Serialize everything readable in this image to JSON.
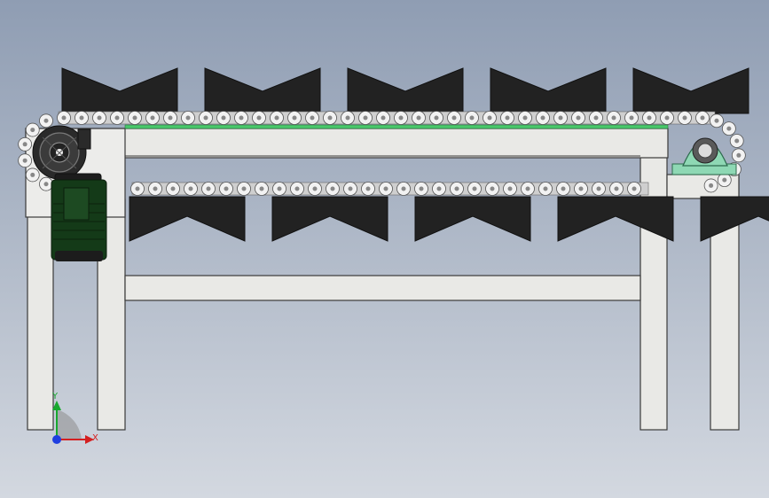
{
  "viewport": {
    "background_top": "#8f9db3",
    "background_bottom": "#d3d8e0"
  },
  "model": {
    "top_flights": 5,
    "bottom_flights": 5,
    "frame_color": "#e9e9e6",
    "frame_edge": "#3a3a3a",
    "flight_color": "#222222",
    "chain_roller_color": "#f2f2f2",
    "wear_strip_color": "#49c86b",
    "bearing_color": "#8ed8b4",
    "motor_color": "#143a18",
    "gearbox_color": "#2a2a2a"
  },
  "triad": {
    "x_label": "X",
    "y_label": "Y",
    "x_color": "#d42020",
    "y_color": "#18a82e",
    "z_color": "#1f3fe0"
  }
}
